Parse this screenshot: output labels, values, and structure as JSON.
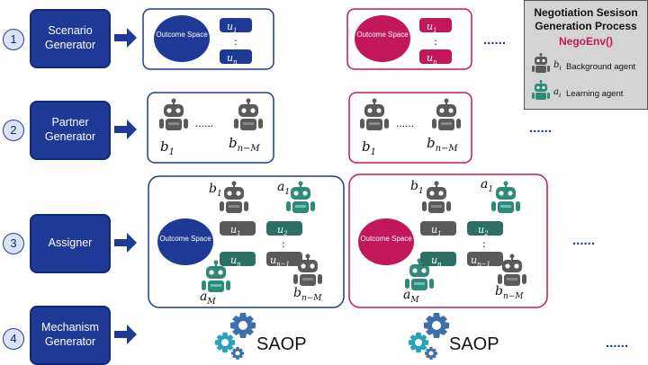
{
  "steps": [
    {
      "number": "1",
      "label": "Scenario Generator"
    },
    {
      "number": "2",
      "label": "Partner Generator"
    },
    {
      "number": "3",
      "label": "Assigner"
    },
    {
      "number": "4",
      "label": "Mechanism Generator"
    }
  ],
  "legend": {
    "title": "Negotiation Sesison Generation Process",
    "subtitle": "NegoEnv()",
    "background_symbol": "b",
    "background_subscript": "i",
    "background_label": "Background agent",
    "learning_symbol": "a",
    "learning_subscript": "i",
    "learning_label": "Learning agent"
  },
  "outcome_space_label": "Outcome Space",
  "utilities": {
    "first": "u",
    "first_sub": "1",
    "last": "u",
    "last_sub": "n",
    "mid": ":"
  },
  "partners": {
    "first": "b",
    "first_sub": "1",
    "last": "b",
    "last_sub": "n−M",
    "dots": "......"
  },
  "assigner": {
    "b1": "b",
    "b1_sub": "1",
    "a1": "a",
    "a1_sub": "1",
    "aM": "a",
    "aM_sub": "M",
    "bnM": "b",
    "bnM_sub": "n−M",
    "u1": "u",
    "u1_sub": "1",
    "u2": "u",
    "u2_sub": "2",
    "un": "u",
    "un_sub": "n",
    "un1": "u",
    "un1_sub": "n−1",
    "mid": ":"
  },
  "mechanism": "SAOP",
  "ellipsis": "......",
  "colors": {
    "step_fill": "#1f3a96",
    "blue_accent": "#1f3a96",
    "pink_accent": "#c2185b",
    "background_agent": "#5a5a5a",
    "learning_agent": "#2e8b7a",
    "gear_blue": "#3f6fa8",
    "gear_teal": "#2aa3b8"
  }
}
